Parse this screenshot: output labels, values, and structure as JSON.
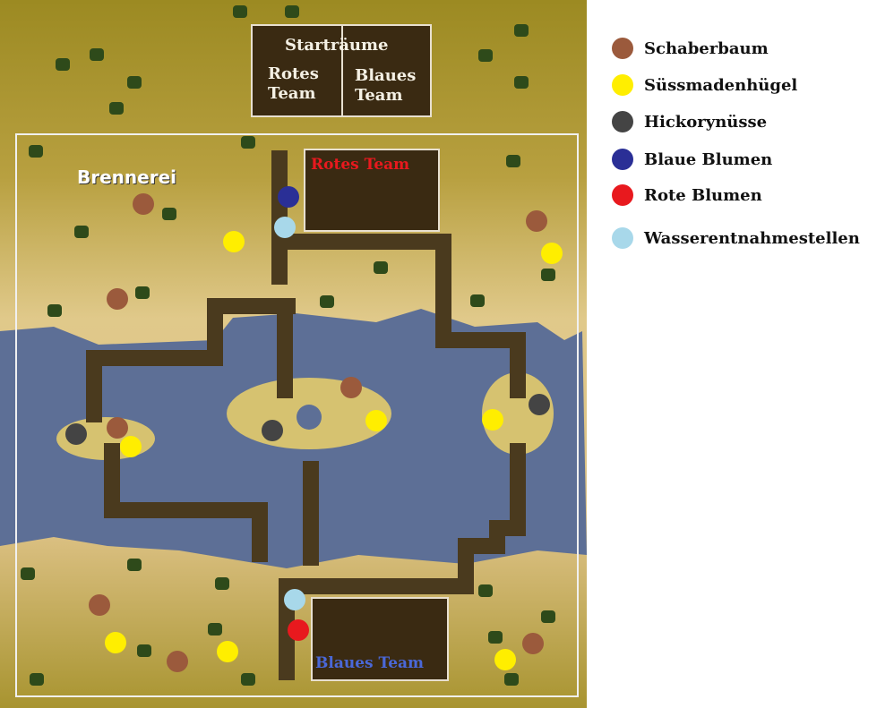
{
  "map": {
    "start_rooms": {
      "title": "Starträume",
      "red_team": [
        "Rotes",
        "Team"
      ],
      "blue_team": [
        "Blaues",
        "Team"
      ]
    },
    "red_team_base": "Rotes Team",
    "blue_team_base": "Blaues Team",
    "area_label": "Brennerei"
  },
  "legend": [
    {
      "key": "scraper_tree",
      "label": "Schaberbaum",
      "color": "#9b5a3c"
    },
    {
      "key": "sweetgrub_mound",
      "label": "Süssmadenhügel",
      "color": "#ffee00"
    },
    {
      "key": "hickory",
      "label": "Hickorynüsse",
      "color": "#444444"
    },
    {
      "key": "blue_flowers",
      "label": "Blaue Blumen",
      "color": "#2a2f96"
    },
    {
      "key": "red_flowers",
      "label": "Rote Blumen",
      "color": "#e8191e"
    },
    {
      "key": "water",
      "label": "Wasserentnahmestellen",
      "color": "#a8d8ea"
    }
  ],
  "colors": {
    "sand": "#d8bf6a",
    "grass": "#a09028",
    "water": "#5a6f96",
    "walkway": "#4a3a1e",
    "building": "#3a2a12"
  }
}
